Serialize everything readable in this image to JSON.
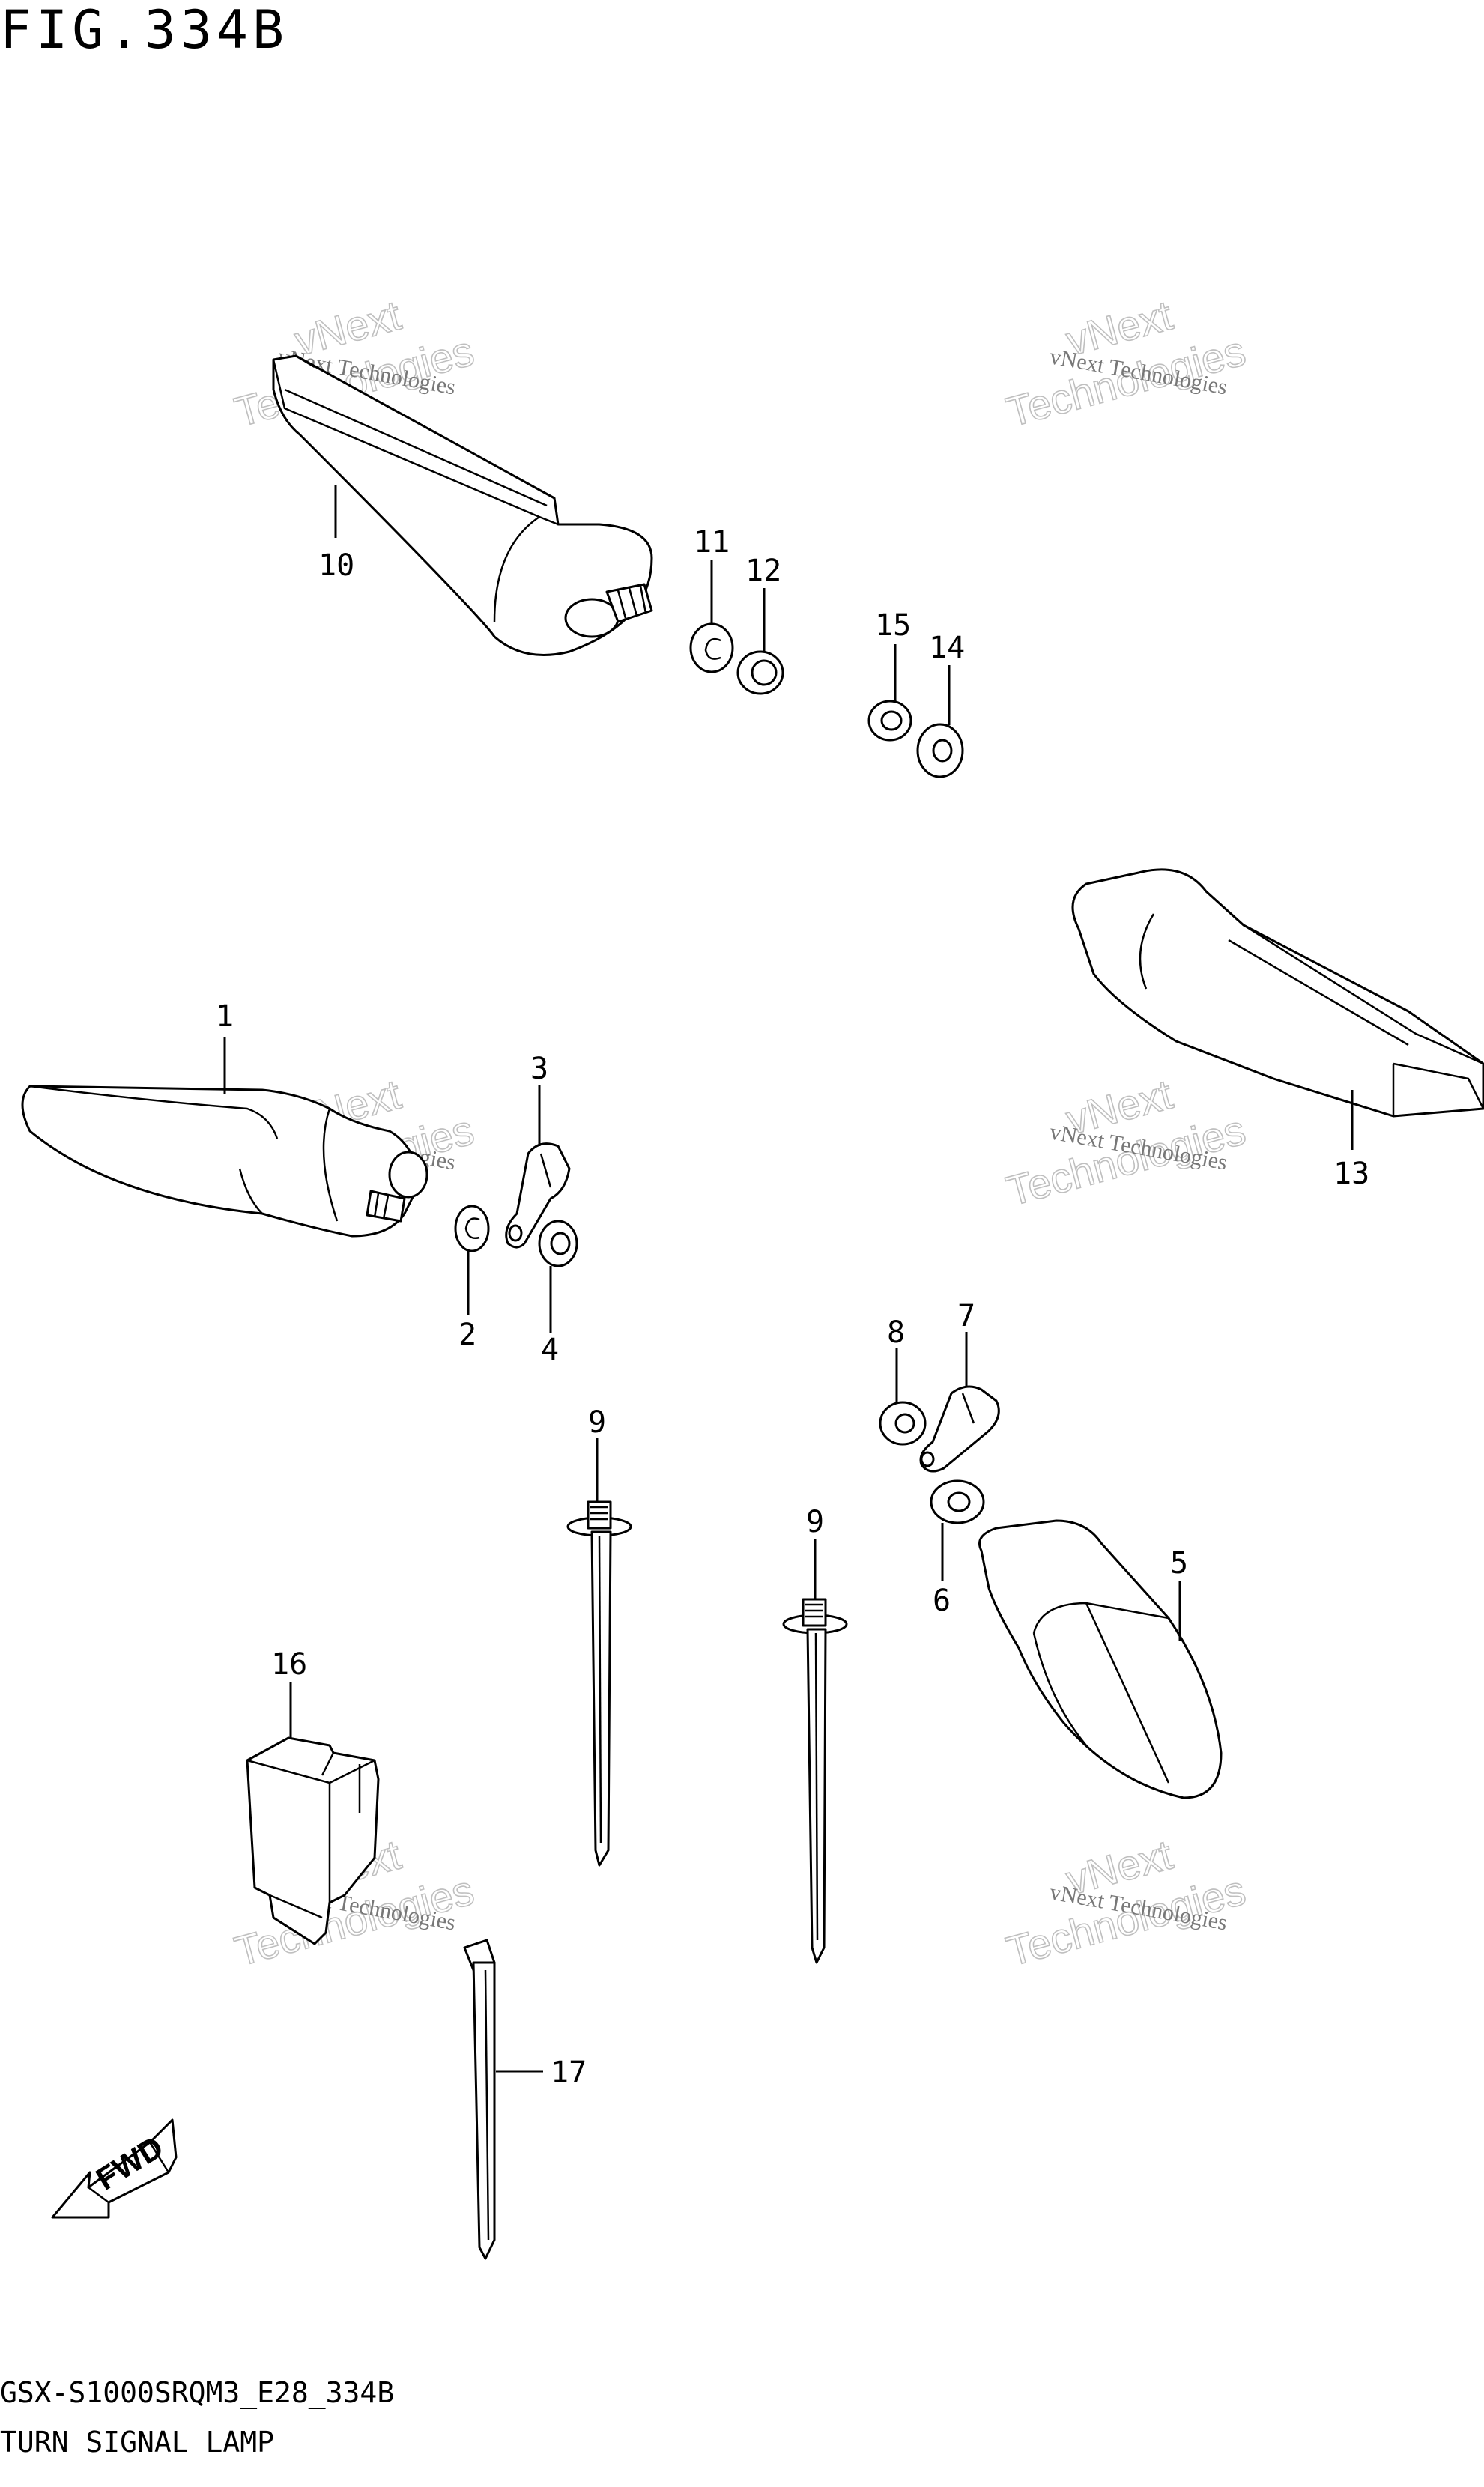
{
  "header": {
    "title": "FIG.334B"
  },
  "footer": {
    "code": "GSX-S1000SRQM3_E28_334B",
    "name": "TURN SIGNAL LAMP"
  },
  "watermark": {
    "line1": "vNext Technologies",
    "line2": "vNext",
    "line3": "Technologies"
  },
  "fwd_label": "FWD",
  "callouts": [
    "1",
    "2",
    "3",
    "4",
    "5",
    "6",
    "7",
    "8",
    "9",
    "9",
    "10",
    "11",
    "12",
    "13",
    "14",
    "15",
    "16",
    "17"
  ]
}
